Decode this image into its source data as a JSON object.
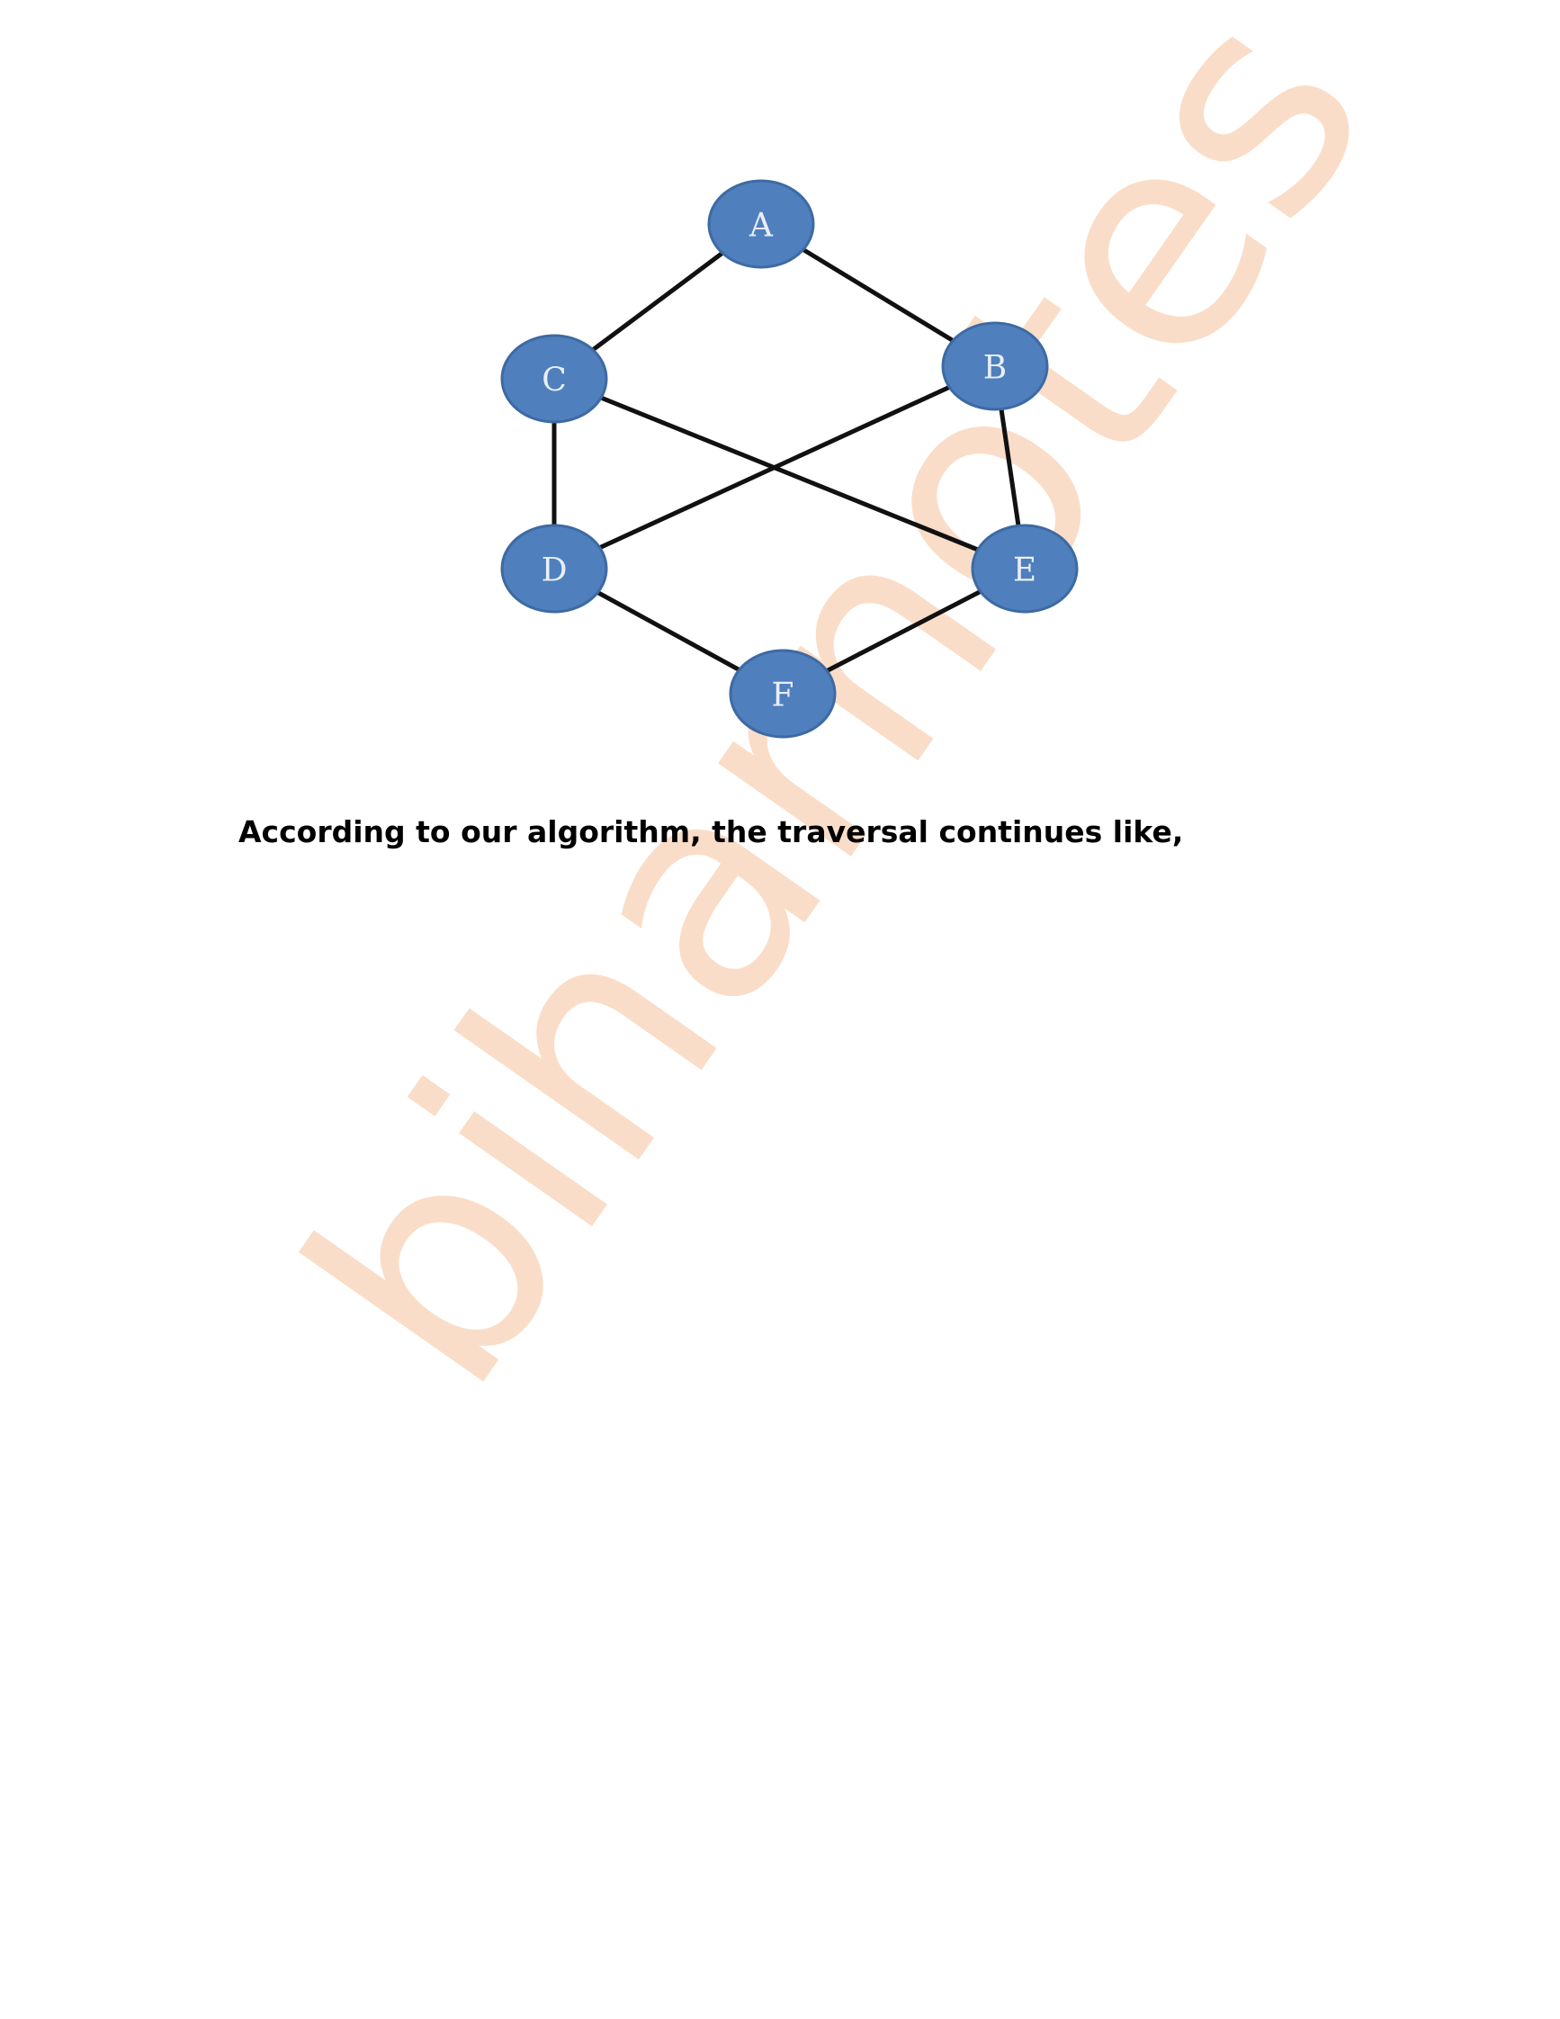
{
  "watermark": {
    "text": "biharnotes",
    "color": "#f7c6a4"
  },
  "graph": {
    "node_color": "#4f7fbd",
    "edge_color": "#111111",
    "nodes": [
      {
        "id": "A",
        "label": "A"
      },
      {
        "id": "B",
        "label": "B"
      },
      {
        "id": "C",
        "label": "C"
      },
      {
        "id": "D",
        "label": "D"
      },
      {
        "id": "E",
        "label": "E"
      },
      {
        "id": "F",
        "label": "F"
      }
    ],
    "edges": [
      [
        "A",
        "C"
      ],
      [
        "A",
        "B"
      ],
      [
        "C",
        "D"
      ],
      [
        "C",
        "E"
      ],
      [
        "B",
        "D"
      ],
      [
        "B",
        "E"
      ],
      [
        "D",
        "F"
      ],
      [
        "E",
        "F"
      ]
    ]
  },
  "caption": "According to our algorithm, the traversal continues like,"
}
